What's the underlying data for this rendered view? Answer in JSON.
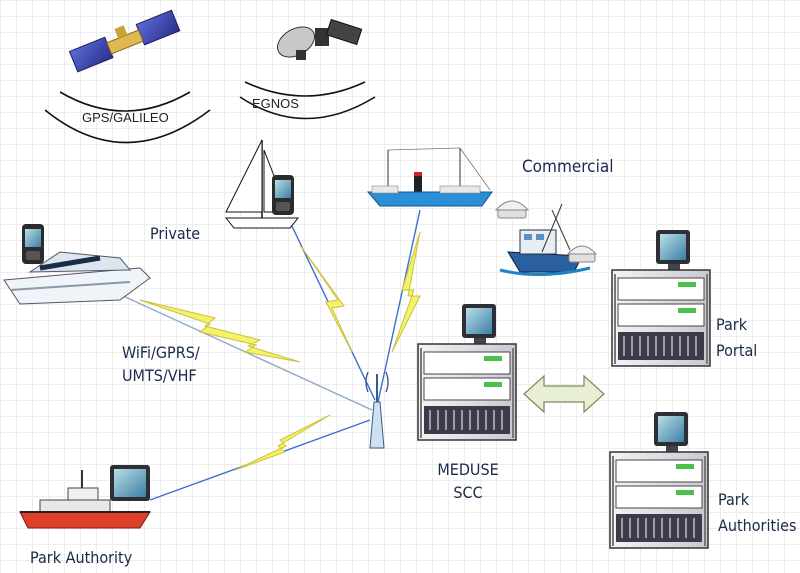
{
  "satellites": {
    "gps_label": "GPS/GALILEO",
    "egnos_label": "EGNOS"
  },
  "vessels": {
    "private_label": "Private",
    "commercial_label": "Commercial",
    "park_authority_label": "Park Authority"
  },
  "link": {
    "line1": "WiFi/GPRS/",
    "line2": "UMTS/VHF"
  },
  "servers": {
    "scc_line1": "MEDUSE",
    "scc_line2": "SCC",
    "portal_line1": "Park",
    "portal_line2": "Portal",
    "authorities_line1": "Park",
    "authorities_line2": "Authorities"
  },
  "colors": {
    "lightning": "#f4f26a",
    "lightning_stroke": "#c9c23a",
    "hull_blue": "#2a8fd6",
    "hull_red": "#e0402a",
    "server_dark": "#3b3b4a",
    "arrow_fill": "#e9efd5"
  }
}
